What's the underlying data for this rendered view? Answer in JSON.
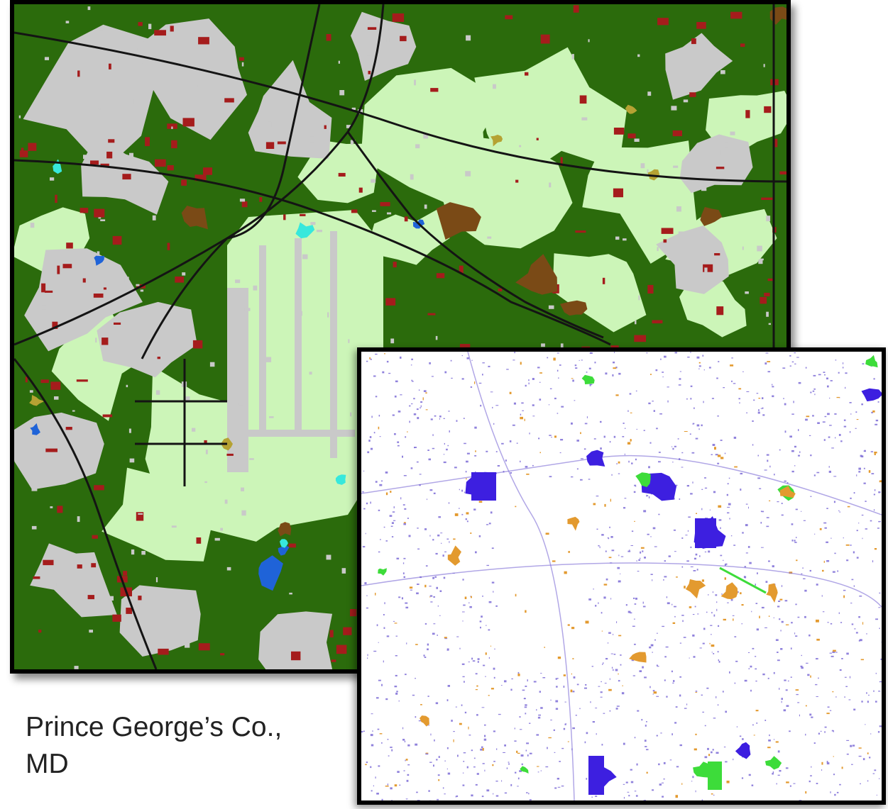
{
  "caption": {
    "line1": "Prince George’s Co.,",
    "line2": "MD"
  },
  "maps": {
    "land_cover": {
      "icon": "land-cover-map",
      "colors": {
        "tree_canopy": "#2b6b0c",
        "grass_low_veg": "#ccf5b8",
        "impervious_other": "#c9c9c9",
        "buildings": "#a51c1c",
        "roads": "#141414",
        "water": "#1f63d8",
        "bare_soil": "#7a4a16",
        "shrub_scrub": "#b5a233",
        "aquatic_veg": "#37e8dc"
      }
    },
    "change": {
      "icon": "change-detection-map",
      "colors": {
        "background": "#ffffff",
        "change_blue": "#3d1fe0",
        "change_purple": "#7d6cd6",
        "change_orange": "#e39a2f",
        "change_green": "#3ddc3a"
      }
    }
  }
}
